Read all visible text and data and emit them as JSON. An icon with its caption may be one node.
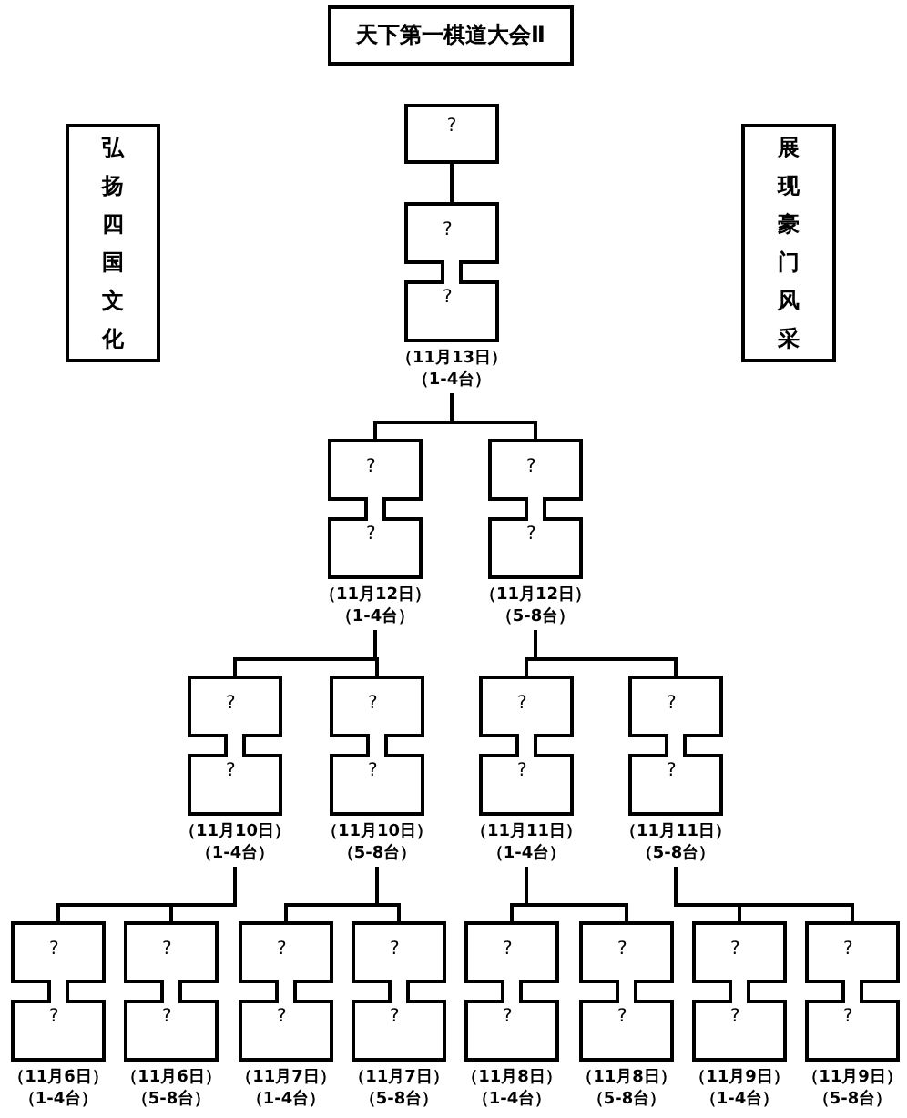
{
  "diagram": {
    "title": "天下第一棋道大会Ⅱ",
    "nodes": [
      {
        "text": [
          "弘扬四国文化"
        ]
      },
      {
        "text": [
          "展现豪门风采"
        ]
      },
      {
        "text": [
          "?"
        ]
      },
      {
        "text": [
          "?",
          "?"
        ],
        "beside": [
          "（11月13日）",
          "（1-4台）"
        ]
      },
      {
        "text": [
          "?",
          "?"
        ],
        "beside": [
          "（11月12日）",
          "（1-4台）"
        ]
      },
      {
        "text": [
          "?",
          "?"
        ],
        "beside": [
          "（11月12日）",
          "（5-8台）"
        ]
      },
      {
        "text": [
          "?",
          "?"
        ],
        "beside": [
          "（11月10日）",
          "（1-4台）"
        ]
      },
      {
        "text": [
          "?",
          "?"
        ],
        "beside": [
          "（11月10日）",
          "（5-8台）"
        ]
      },
      {
        "text": [
          "?",
          "?"
        ],
        "beside": [
          "（11月11日）",
          "（1-4台）"
        ]
      },
      {
        "text": [
          "?",
          "?"
        ],
        "beside": [
          "（11月11日）",
          "（5-8台）"
        ]
      },
      {
        "text": [
          "?",
          "?"
        ],
        "beside": [
          "（11月6日）",
          "（1-4台）"
        ]
      },
      {
        "text": [
          "?",
          "?"
        ],
        "beside": [
          "（11月6日）",
          "（5-8台）"
        ]
      },
      {
        "text": [
          "?",
          "?"
        ],
        "beside": [
          "（11月7日）",
          "（1-4台）"
        ]
      },
      {
        "text": [
          "?",
          "?"
        ],
        "beside": [
          "（11月7日）",
          "（5-8台）"
        ]
      },
      {
        "text": [
          "?",
          "?"
        ],
        "beside": [
          "（11月8日）",
          "（1-4台）"
        ]
      },
      {
        "text": [
          "?",
          "?"
        ],
        "beside": [
          "（11月8日）",
          "（5-8台）"
        ]
      },
      {
        "text": [
          "?",
          "?"
        ],
        "beside": [
          "（11月9日）",
          "（1-4台）"
        ]
      },
      {
        "text": [
          "?",
          "?"
        ],
        "beside": [
          "（11月9日）",
          "（5-8台）"
        ]
      }
    ],
    "edges": [
      {
        "from": 2,
        "to": 3,
        "arrow": "none"
      },
      {
        "from": 3,
        "to": 4,
        "arrow": "none"
      },
      {
        "from": 3,
        "to": 5,
        "arrow": "none"
      },
      {
        "from": 4,
        "to": 6,
        "arrow": "none"
      },
      {
        "from": 4,
        "to": 7,
        "arrow": "none"
      },
      {
        "from": 5,
        "to": 8,
        "arrow": "none"
      },
      {
        "from": 5,
        "to": 9,
        "arrow": "none"
      },
      {
        "from": 6,
        "to": 10,
        "arrow": "none"
      },
      {
        "from": 6,
        "to": 11,
        "arrow": "none"
      },
      {
        "from": 7,
        "to": 12,
        "arrow": "none"
      },
      {
        "from": 7,
        "to": 13,
        "arrow": "none"
      },
      {
        "from": 8,
        "to": 14,
        "arrow": "none"
      },
      {
        "from": 8,
        "to": 15,
        "arrow": "none"
      },
      {
        "from": 9,
        "to": 16,
        "arrow": "none"
      },
      {
        "from": 9,
        "to": 17,
        "arrow": "none"
      }
    ]
  }
}
